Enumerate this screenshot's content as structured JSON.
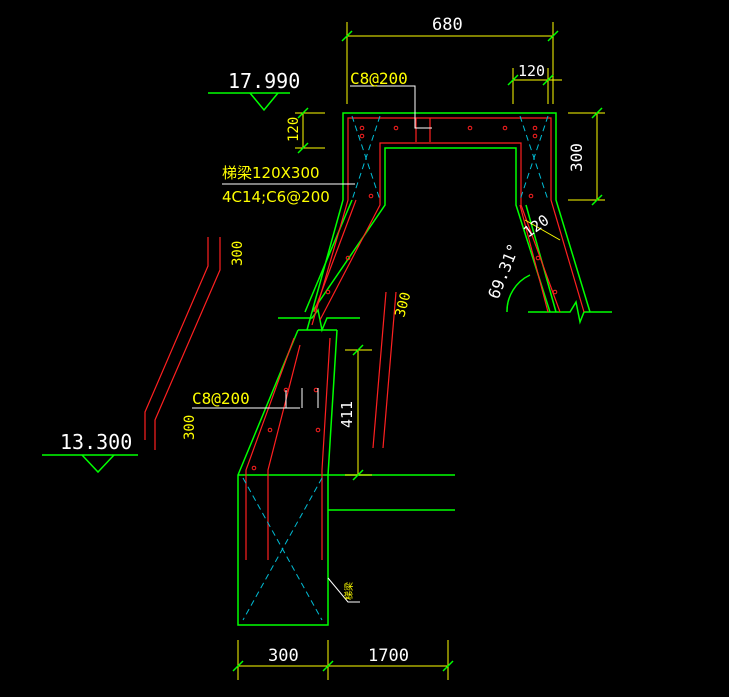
{
  "colors": {
    "background": "#000000",
    "outline": "#00ff00",
    "rebar": "#ff2020",
    "dimension": "#ffff00",
    "text": "#ffffff",
    "leader": "#ffffff",
    "centerline": "#00bcd4"
  },
  "elevations": {
    "top": "17.990",
    "bottom": "13.300"
  },
  "dimensions": {
    "top_span": "680",
    "top_right_col_width": "120",
    "left_beam_depth": "120",
    "right_height": "300",
    "leg_width": "120",
    "angle": "69.31°",
    "left_slab_thickness_upper": "300",
    "left_slab_thickness_lower": "300",
    "mid_slab_thickness": "300",
    "mid_height": "411",
    "bottom_width": "300",
    "bottom_extension": "1700"
  },
  "labels": {
    "top_rebar": "C8@200",
    "beam_name": "梯梁120X300",
    "beam_rebar": "4C14;C6@200",
    "mid_rebar": "C8@200",
    "bottom_tag": "梯梁"
  }
}
